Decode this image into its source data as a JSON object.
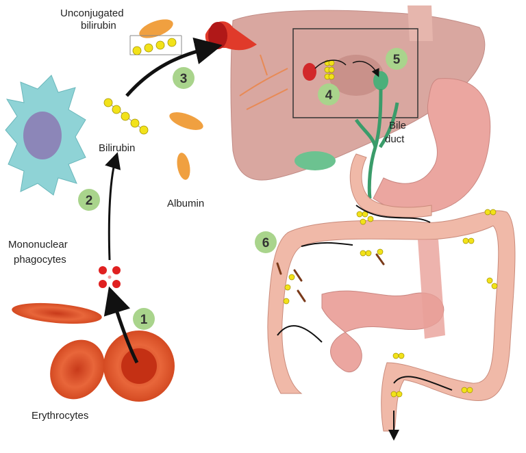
{
  "labels": {
    "unconjugated_line1": "Unconjugated",
    "unconjugated_line2": "bilirubin",
    "bilirubin": "Bilirubin",
    "albumin": "Albumin",
    "phagocytes_line1": "Mononuclear",
    "phagocytes_line2": "phagocytes",
    "erythrocytes": "Erythrocytes",
    "bile_line1": "Bile",
    "bile_line2": "duct"
  },
  "steps": [
    "1",
    "2",
    "3",
    "4",
    "5",
    "6"
  ],
  "colors": {
    "step_circle": "#a9d48c",
    "liver": "#d9a7a0",
    "macrophage": "#8fd3d6",
    "nucleus": "#8c86b8",
    "albumin": "#f0a040",
    "bilirubin": "#f2e21a",
    "erythrocyte": "#e0502a",
    "intestine": "#f0b9a8",
    "bile": "#4caf7a"
  }
}
